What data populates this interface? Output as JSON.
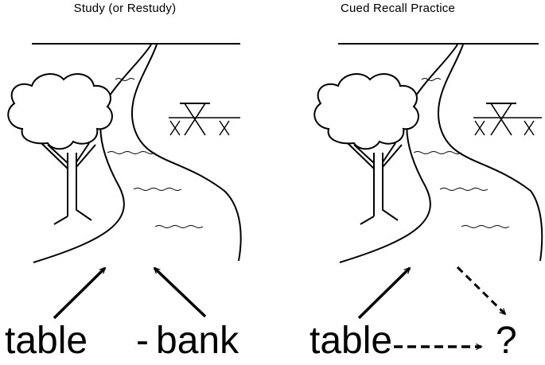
{
  "panels": {
    "study": {
      "title": "Study (or Restudy)",
      "cue_word": "table",
      "separator": "-",
      "target_word": "bank"
    },
    "cued_recall": {
      "title": "Cued Recall Practice",
      "cue_word": "table",
      "target_placeholder": "?"
    }
  },
  "icons": {
    "scene": "river-scene-illustration",
    "tree": "tree-icon",
    "picnic_table": "picnic-table-icon",
    "solid_arrow": "solid-arrow-icon",
    "dashed_arrow": "dashed-arrow-icon"
  },
  "colors": {
    "ink": "#000000",
    "background": "#ffffff"
  }
}
